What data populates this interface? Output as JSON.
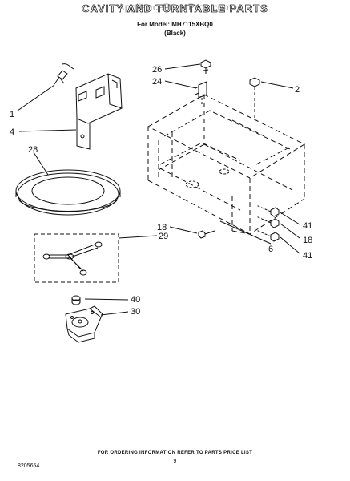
{
  "header": {
    "title": "CAVITY AND TURNTABLE PARTS",
    "watermark": "AppliancePartsPros.com",
    "model_line": "For Model: MH7115XBQ0",
    "color_line": "(Black)"
  },
  "callouts": {
    "c1": "1",
    "c4": "4",
    "c28": "28",
    "c29": "29",
    "c40": "40",
    "c30": "30",
    "c26": "26",
    "c24": "24",
    "c2": "2",
    "c18a": "18",
    "c6": "6",
    "c41a": "41",
    "c18b": "18",
    "c41b": "41"
  },
  "footer": {
    "note": "FOR ORDERING INFORMATION REFER TO PARTS PRICE LIST",
    "page_number": "9",
    "doc_code": "8205654"
  }
}
